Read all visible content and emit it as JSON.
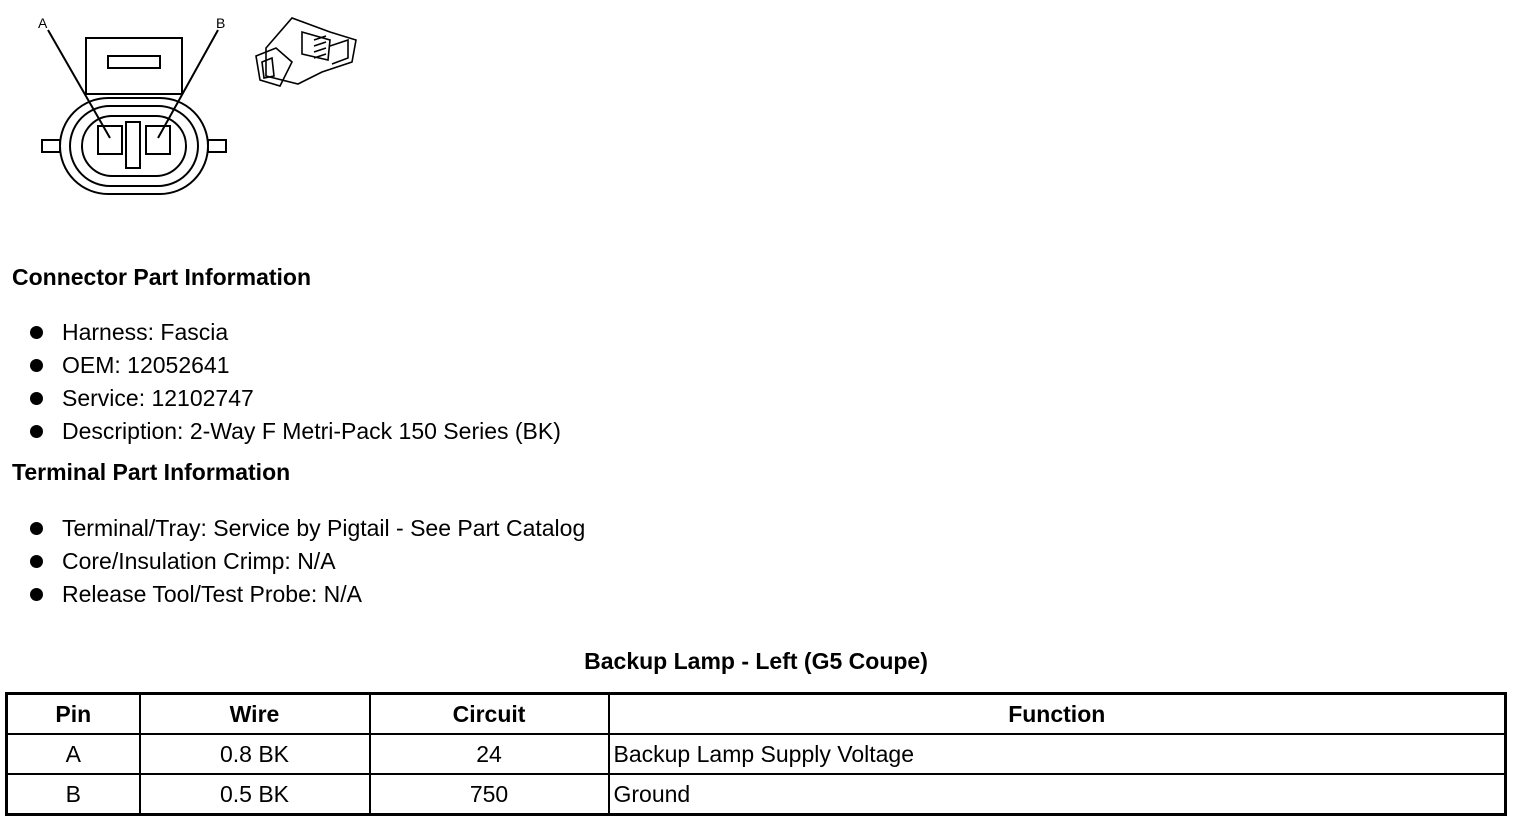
{
  "diagram": {
    "pin_labels": [
      "A",
      "B"
    ]
  },
  "connector_info": {
    "heading": "Connector Part Information",
    "items": [
      "Harness: Fascia",
      "OEM: 12052641",
      "Service: 12102747",
      "Description: 2-Way F Metri-Pack 150 Series (BK)"
    ]
  },
  "terminal_info": {
    "heading": "Terminal Part Information",
    "items": [
      "Terminal/Tray: Service by Pigtail - See Part Catalog",
      "Core/Insulation Crimp: N/A",
      "Release Tool/Test Probe: N/A"
    ]
  },
  "pin_table": {
    "title": "Backup Lamp - Left (G5 Coupe)",
    "headers": [
      "Pin",
      "Wire",
      "Circuit",
      "Function"
    ],
    "rows": [
      [
        "A",
        "0.8 BK",
        "24",
        "Backup Lamp Supply Voltage"
      ],
      [
        "B",
        "0.5 BK",
        "750",
        "Ground"
      ]
    ]
  }
}
